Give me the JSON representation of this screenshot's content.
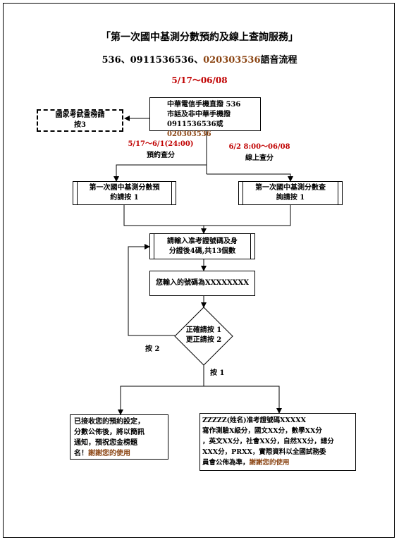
{
  "title": "「第一次國中基測分數預約及線上查詢服務」",
  "subtitle": {
    "part1": "536、0911536536、",
    "part2": "020303536",
    "part3": "語音流程"
  },
  "period": "5/17～06/08",
  "entry": {
    "line1": "中華電信手機直撥 536",
    "line2": "市話及非中華手機撥",
    "line3a": "0911536536或",
    "line3b": "020303536"
  },
  "exam_center": {
    "line1": "國家考試查榜請",
    "line2": "按3"
  },
  "branch_reserve": {
    "date": "5/17～6/1(24:00)",
    "label": "預約查分"
  },
  "branch_online": {
    "date": "6/2 8:00～06/08",
    "label": "線上查分"
  },
  "reserve_box": {
    "line1": "第一次國中基測分數預",
    "line2": "約請按 1"
  },
  "query_box": {
    "line1": "第一次國中基測分數查",
    "line2": "詢請按 1"
  },
  "input_box": {
    "line1": "請輸入准考證號碼及身",
    "line2": "分證後4碼,共13個數"
  },
  "confirm_box": {
    "text": "您輸入的號碼為XXXXXXXX"
  },
  "decision": {
    "line1": "正確請按 1",
    "line2": "更正請按 2"
  },
  "press2": "按 2",
  "press1": "按 1",
  "result_reserve": {
    "line1": "已接收您的預約設定，",
    "line2": "分數公佈後，將以簡訊",
    "line3": "通知，預祝您金榜題",
    "line4a": "名！",
    "line4b": "謝謝您的使用"
  },
  "result_query": {
    "line1": "ZZZZZ(姓名)准考證號碼XXXXX",
    "line2": "寫作測驗X級分，國文XX分，數學XX分",
    "line3": "，英文XX分，社會XX分，自然XX分，總分",
    "line4": "XXX分，PRXX，實際資料以全國試務委",
    "line5a": "員會公佈為準，",
    "line5b": "謝謝您的使用"
  }
}
